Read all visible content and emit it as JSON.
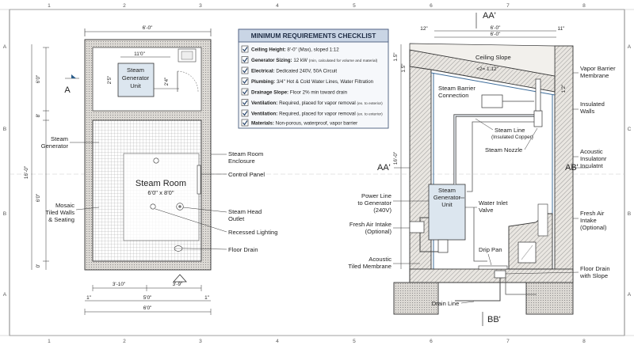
{
  "grid": {
    "cols": [
      "1",
      "2",
      "3",
      "4",
      "5",
      "6",
      "7",
      "8"
    ],
    "rows_left": [
      "A",
      "B",
      "B",
      "A"
    ],
    "rows_right": [
      "A",
      "C",
      "B",
      "A"
    ]
  },
  "plan": {
    "dims": {
      "top_overall": "6'-0\"",
      "closet_width": "11'0\"",
      "height_closet": "6'0\"",
      "height_middle": "8'",
      "height_total": "16'-0\"",
      "height_room": "6'0\"",
      "height_bottom": "0'",
      "sg_width": "2'5\"",
      "sg_depth": "2'4\"",
      "bottom_left": "3'-10\"",
      "bottom_right": "3'-9\"",
      "bottom_left_edge": "1\"",
      "bottom_right_edge": "1\"",
      "bottom_mid": "5'0\"",
      "bottom_overall": "6'0\""
    },
    "section_marker": "A",
    "steam_generator_box": "Steam Generator Unit",
    "room_box_line1": "Steam Room",
    "room_box_line2": "6'0\" x 8'0\"",
    "labels": {
      "steam_generator": "Steam Generator",
      "mosaic": "Mosaic Tiled Walls & Seating",
      "enclosure": "Steam Room Enclosure",
      "control_panel": "Control Panel",
      "head_outlet": "Steam Head Outlet",
      "recessed": "Recessed Lighting",
      "floor_drain": "Floor Drain"
    }
  },
  "checklist": {
    "title": "MINIMUM REQUIREMENTS CHECKLIST",
    "items": [
      {
        "label": "Ceiling Height:",
        "value": "8'-0\" (Max), sloped 1:12",
        "note": ""
      },
      {
        "label": "Generator Sizing:",
        "value": "12 kW",
        "note": "(min, calculated for volume and material)"
      },
      {
        "label": "Electrical:",
        "value": "Dedicated 240V, 50A Circuit",
        "note": ""
      },
      {
        "label": "Plumbing:",
        "value": "3/4\" Hot & Cold Water Lines, Water Filtration",
        "note": ""
      },
      {
        "label": "Drainage Slope:",
        "value": "Floor 2% min toward drain",
        "note": ""
      },
      {
        "label": "Ventilation:",
        "value": "Required, placed for vapor removal",
        "note": "(ex. to exterior)"
      },
      {
        "label": "Ventilation:",
        "value": "Required, placed for vapor removal",
        "note": "(ex. to exterior)"
      },
      {
        "label": "Materials:",
        "value": "Non-porous, waterproof, vapor barrier",
        "note": ""
      }
    ]
  },
  "section": {
    "top_marker": "AA'",
    "bottom_marker": "BB'",
    "left_marker": "AA'",
    "right_marker": "AB'",
    "dims": {
      "top_overall": "6'-0\"",
      "top_inner": "6'-0\"",
      "top_left": "12\"",
      "top_right": "11\"",
      "slope": "<2= 1:12\"",
      "left_a": "1.5\"",
      "left_b": "1.5\"",
      "left_total": "16'-0\"",
      "right_a": "1'2\""
    },
    "sg_box": "Steam Generator Unit",
    "labels": {
      "ceiling_slope": "Ceiling Slope",
      "vapor_barrier": "Vapor Barrier Membrane",
      "steam_barrier": "Steam Barrier Connection",
      "insulated_walls": "Insulated Walls",
      "steam_line": "Steam Line",
      "steam_line_note": "(Insulated Copper)",
      "steam_nozzle": "Steam Nozzle",
      "acoustic_ins": "Acoustic Insulatonr Inculatnt",
      "power_line": "Power Line to Generator (240V)",
      "water_inlet": "Water Inlet Valve",
      "fresh_left": "Fresh Air Intake (Optional)",
      "fresh_right": "Fresh Air Intake (Optional)",
      "drip_pan": "Drip Pan",
      "acoustic_tiled": "Acoustic Tiled Membrane",
      "floor_drain": "Floor Drain with Slope",
      "drain_line": "Drain Line"
    }
  }
}
